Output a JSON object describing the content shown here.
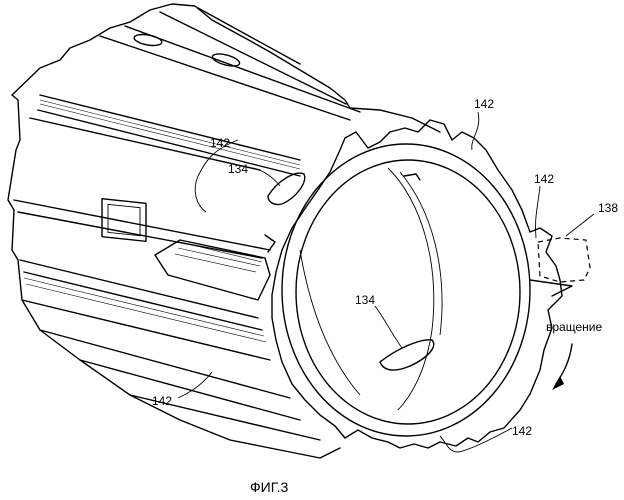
{
  "figure": {
    "caption": "ФИГ.3",
    "labels": {
      "l142_top": "142",
      "l142_upper": "142",
      "l134_upper": "134",
      "l142_right": "142",
      "l138": "138",
      "rotation": "вращение",
      "l134_inner": "134",
      "l142_left": "142",
      "l142_bottom": "142"
    }
  }
}
